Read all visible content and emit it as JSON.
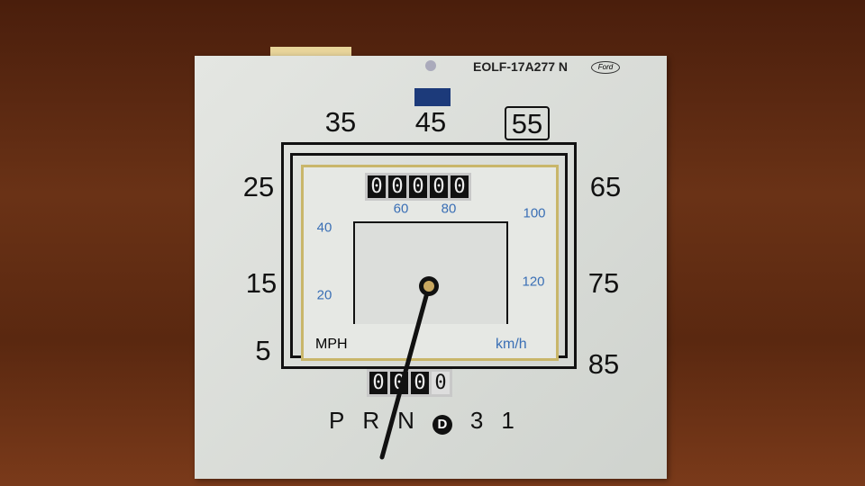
{
  "part_number": "EOLF-17A277 N",
  "logo_text": "Ford",
  "mph_scale": [
    "5",
    "15",
    "25",
    "35",
    "45",
    "55",
    "65",
    "75",
    "85"
  ],
  "kmh_scale": [
    "20",
    "40",
    "60",
    "80",
    "100",
    "120"
  ],
  "units": {
    "mph": "MPH",
    "kmh": "km/h"
  },
  "odometer": [
    "0",
    "0",
    "0",
    "0",
    "0"
  ],
  "trip": [
    "0",
    "0",
    "0",
    "0"
  ],
  "gears": [
    "P",
    "R",
    "N",
    "D",
    "3",
    "1"
  ],
  "speed_mph": 0
}
